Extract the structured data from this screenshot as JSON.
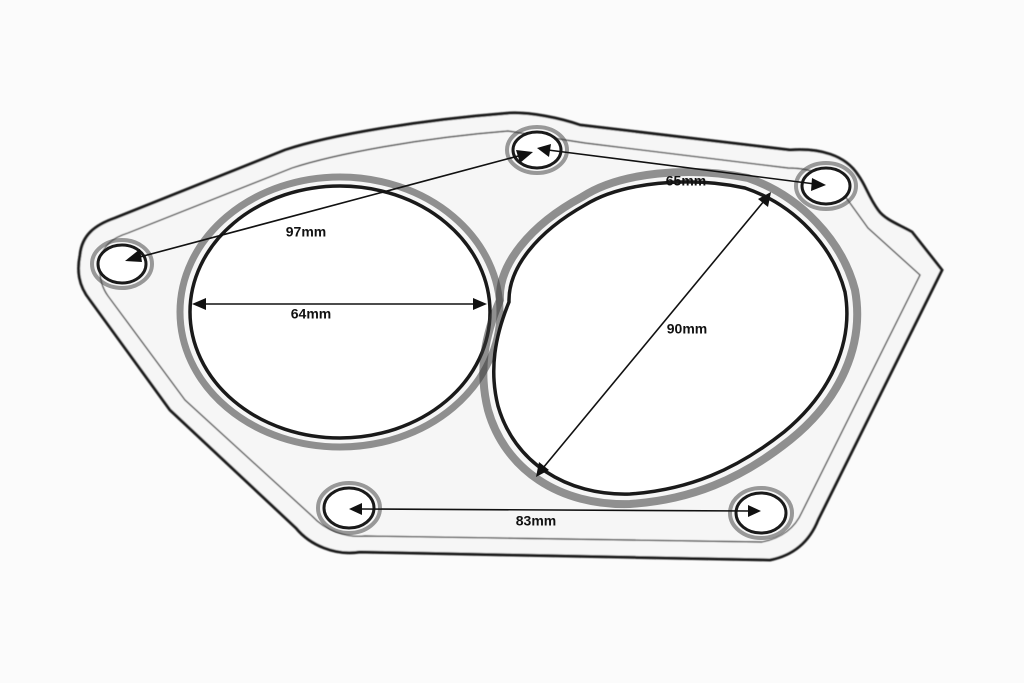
{
  "diagram": {
    "dimensions": {
      "bolt_top_to_left": "97mm",
      "left_port": "64mm",
      "bolt_top_to_right": "65mm",
      "right_port": "90mm",
      "bolt_bottom": "83mm"
    }
  }
}
